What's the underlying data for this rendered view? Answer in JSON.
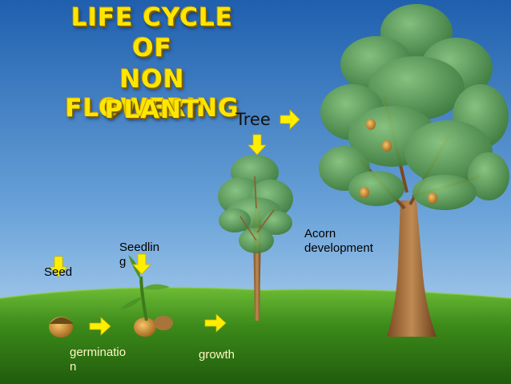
{
  "title": {
    "lines": [
      "LIFE CYCLE",
      "OF",
      "NON FLOWERING",
      "PLANT"
    ]
  },
  "labels": {
    "seed": "Seed",
    "seedling": "Seedlin\ng",
    "germination": "germinatio\nn",
    "growth": "growth",
    "tree": "Tree",
    "acorn_development": "Acorn\ndevelopment"
  },
  "colors": {
    "sky_top": "#1f5fae",
    "sky_bottom": "#b9d8f2",
    "grass": "#3f8f1c",
    "title": "#ffe600",
    "arrow": "#ffee00",
    "trunk": "#a8703c",
    "foliage": "#5a9a48"
  },
  "icons": [
    "arrow-down-icon",
    "arrow-right-icon",
    "acorn-icon",
    "seedling-icon",
    "tree-icon"
  ]
}
